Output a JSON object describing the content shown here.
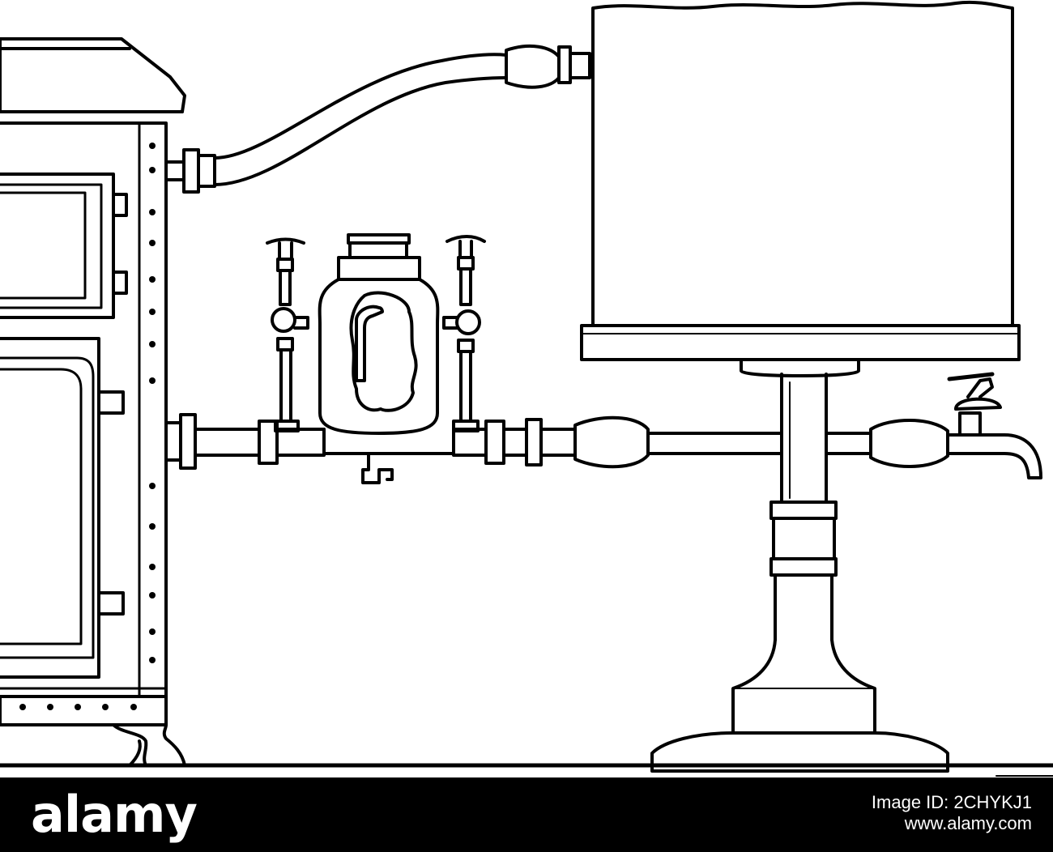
{
  "image": {
    "ink_color": "#000000",
    "paper_color": "#ffffff"
  },
  "banner": {
    "brand": "alamy",
    "image_id": "Image ID: 2CHYKJ1",
    "url": "www.alamy.com",
    "background": "#000000",
    "text_color": "#ffffff"
  }
}
